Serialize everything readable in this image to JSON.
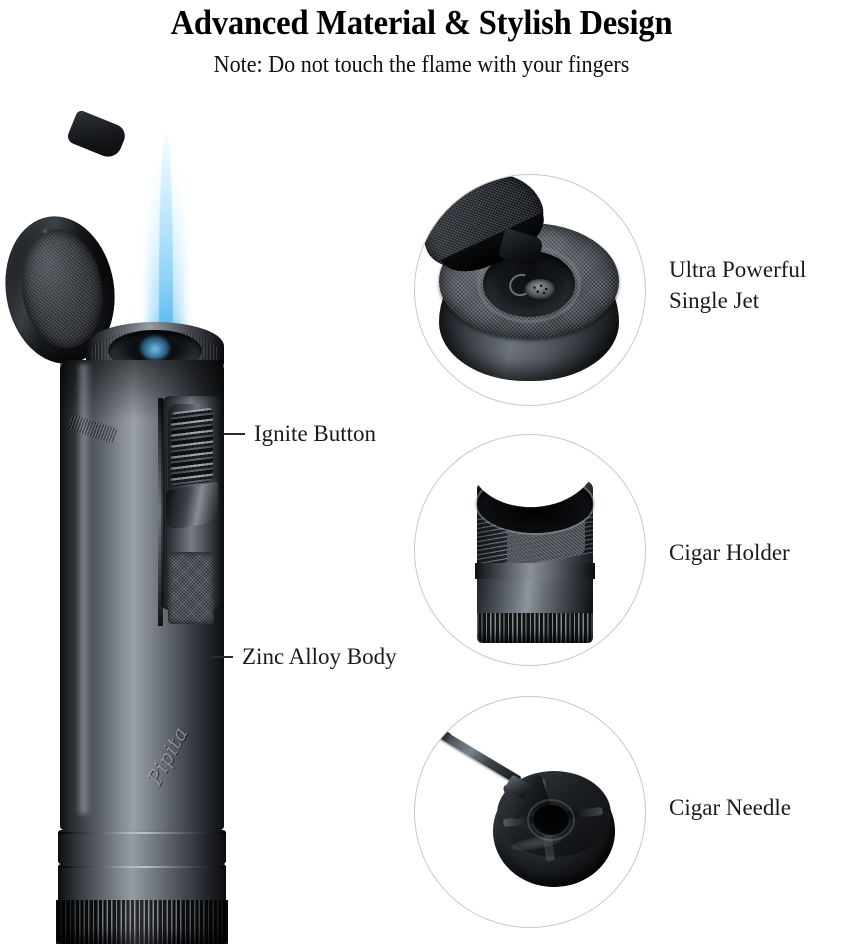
{
  "header": {
    "title": "Advanced Material & Stylish Design",
    "subtitle": "Note: Do not touch the flame with your fingers"
  },
  "product": {
    "brand_script": "Pipita",
    "brand_script_icon": "script-logo-engraving"
  },
  "callouts": [
    {
      "id": "ignite-button",
      "text": "Ignite Button",
      "leader": "em-dash",
      "side": "left"
    },
    {
      "id": "zinc-alloy-body",
      "text": "Zinc Alloy Body",
      "leader": "em-dash",
      "side": "left"
    }
  ],
  "details": [
    {
      "id": "ultra-powerful-single-jet",
      "label_line1": "Ultra Powerful",
      "label_line2": "Single Jet",
      "circle_icon": "burner-top-view"
    },
    {
      "id": "cigar-holder",
      "label_line1": "Cigar Holder",
      "label_line2": "",
      "circle_icon": "cigar-holder-tube"
    },
    {
      "id": "cigar-needle",
      "label_line1": "Cigar Needle",
      "label_line2": "",
      "circle_icon": "cigar-needle-punch"
    }
  ],
  "colors": {
    "background": "#ffffff",
    "text": "#111111",
    "flame_core": "#b6e3fb",
    "flame_edge": "#3ea5e8",
    "metal_dark": "#0e0f11",
    "metal_light": "#9aa0a8",
    "circle_outline": "#c9c9c9"
  }
}
